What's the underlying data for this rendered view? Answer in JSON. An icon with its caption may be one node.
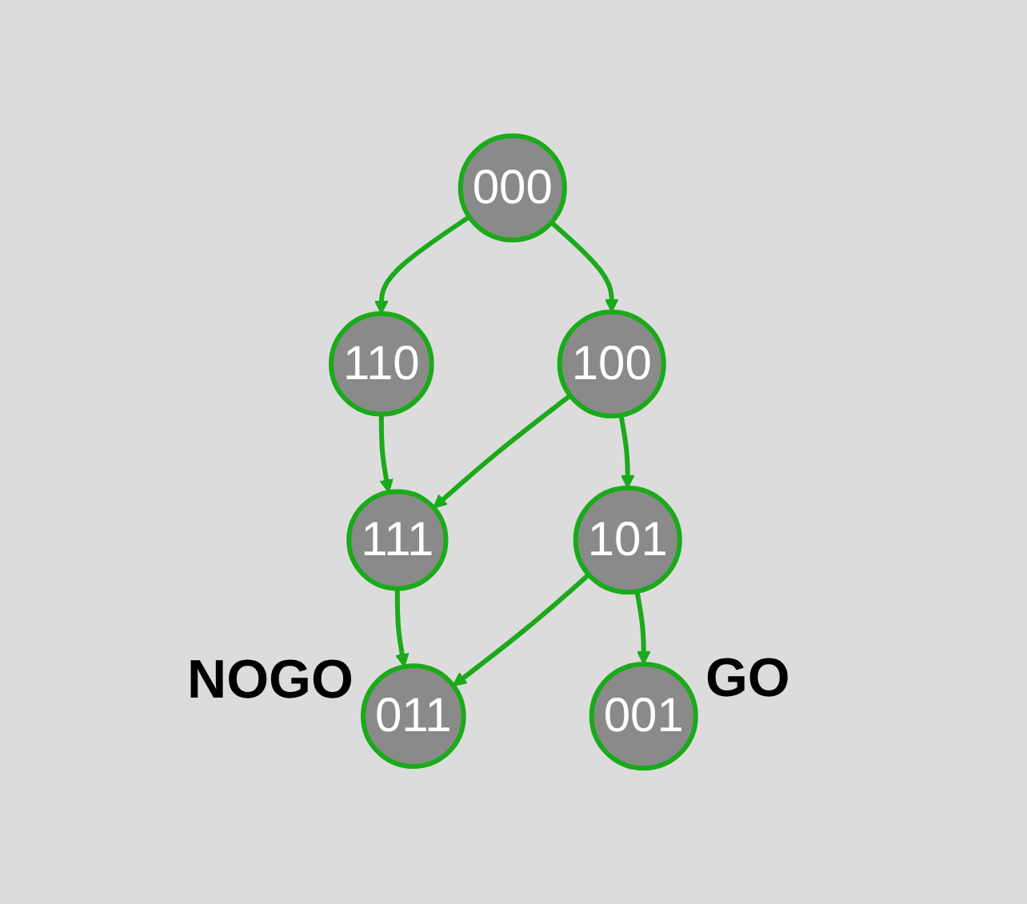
{
  "diagram": {
    "nodes": [
      {
        "text": [
          "000"
        ]
      },
      {
        "text": [
          "110"
        ]
      },
      {
        "text": [
          "100"
        ]
      },
      {
        "text": [
          "111"
        ]
      },
      {
        "text": [
          "101"
        ]
      },
      {
        "text": [
          "011"
        ],
        "beside": [
          "NOGO"
        ]
      },
      {
        "text": [
          "001"
        ],
        "beside": [
          "GO"
        ]
      }
    ],
    "edges": [
      {
        "from": 0,
        "to": 1,
        "arrow": "to"
      },
      {
        "from": 0,
        "to": 2,
        "arrow": "to"
      },
      {
        "from": 1,
        "to": 3,
        "arrow": "to"
      },
      {
        "from": 2,
        "to": 3,
        "arrow": "to"
      },
      {
        "from": 2,
        "to": 4,
        "arrow": "to"
      },
      {
        "from": 3,
        "to": 5,
        "arrow": "to"
      },
      {
        "from": 4,
        "to": 5,
        "arrow": "to"
      },
      {
        "from": 4,
        "to": 6,
        "arrow": "to"
      }
    ]
  }
}
